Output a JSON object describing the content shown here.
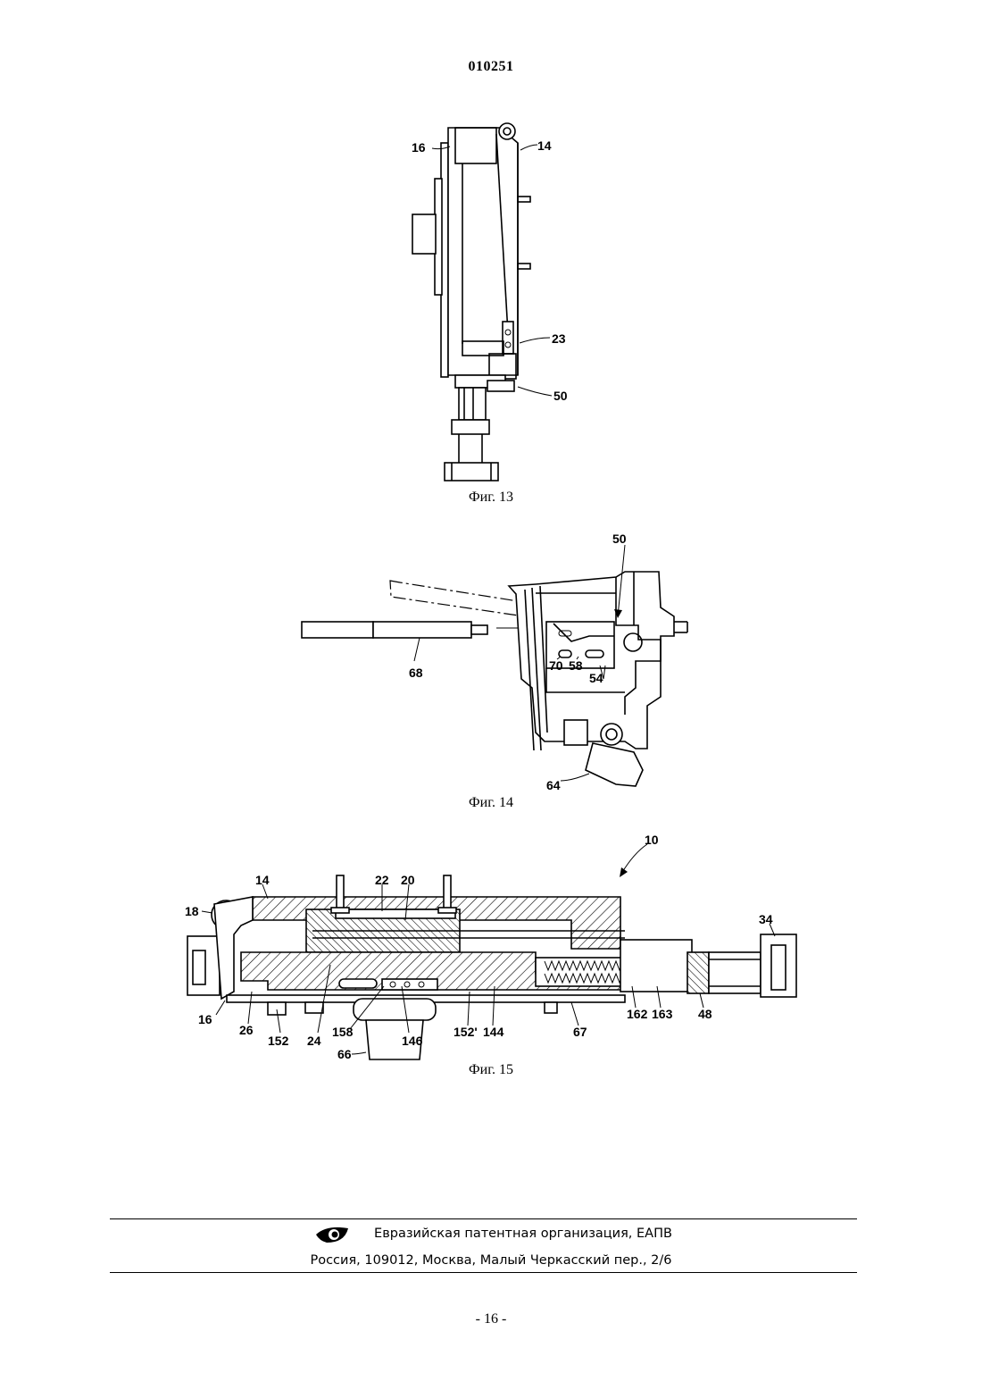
{
  "header": {
    "doc_number": "010251"
  },
  "figures": [
    {
      "caption": "Фиг. 13",
      "labels": [
        "16",
        "14",
        "23",
        "50"
      ]
    },
    {
      "caption": "Фиг. 14",
      "labels": [
        "50",
        "68",
        "70",
        "58",
        "54",
        "64"
      ]
    },
    {
      "caption": "Фиг. 15",
      "labels": [
        "10",
        "14",
        "22",
        "20",
        "18",
        "34",
        "16",
        "26",
        "152",
        "24",
        "158",
        "146",
        "152'",
        "144",
        "67",
        "162",
        "163",
        "48",
        "66"
      ]
    }
  ],
  "footer": {
    "logo_icon": "eye-logo-icon",
    "organization": "Евразийская патентная организация, ЕАПВ",
    "address": "Россия, 109012, Москва, Малый Черкасский пер., 2/6"
  },
  "page": {
    "number": "- 16 -"
  }
}
